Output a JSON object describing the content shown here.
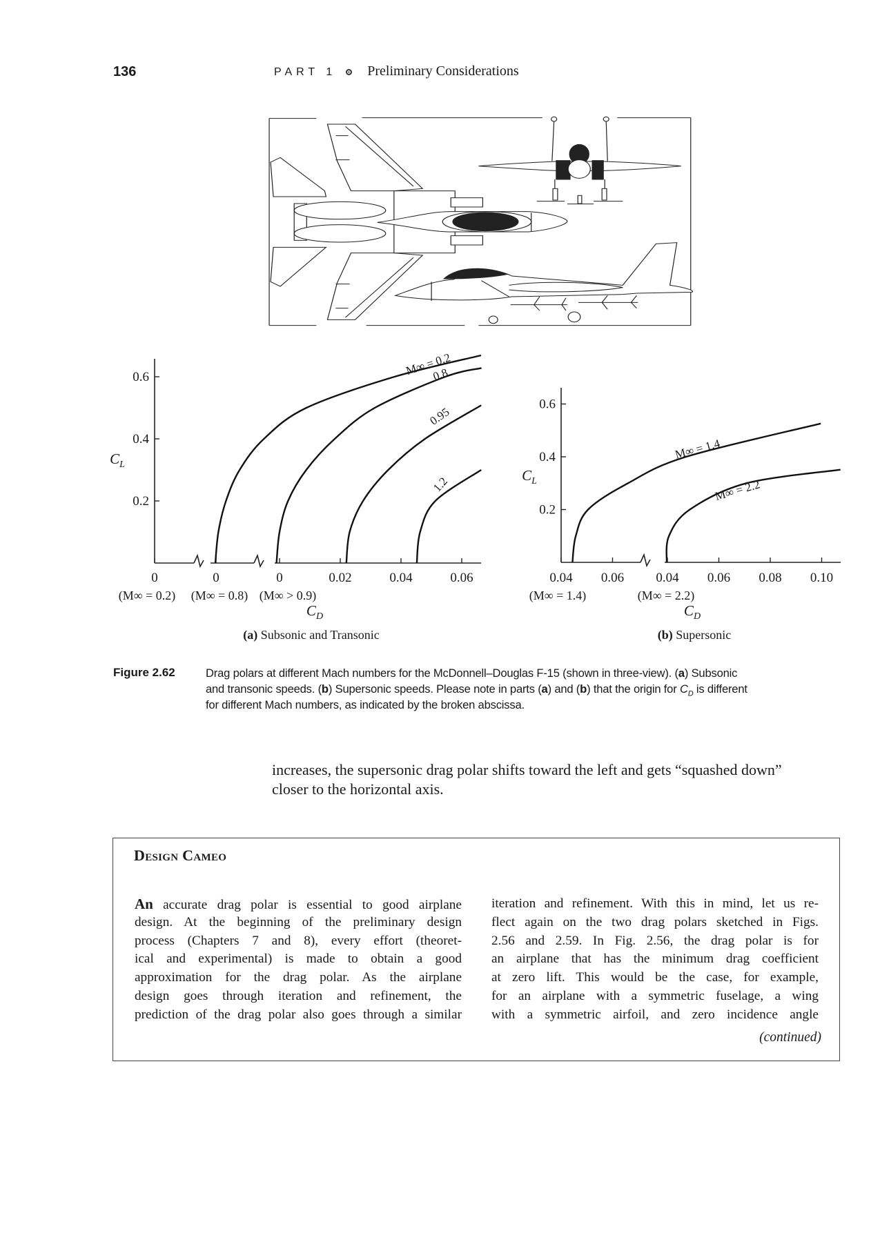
{
  "header": {
    "page_number": "136",
    "part": "PART 1",
    "section": "Preliminary Considerations"
  },
  "figure": {
    "label": "Figure 2.62",
    "caption": {
      "line1": [
        "Drag polars at different Mach numbers for the McDonnell–Douglas F-15 (shown in three-view). (",
        "a",
        ") Subsonic"
      ],
      "line2": [
        "and transonic speeds. (",
        "b",
        ") Supersonic speeds. Please note in parts (",
        "a",
        ") and (",
        "b",
        ") that the origin for ",
        "C",
        "D",
        " is different"
      ],
      "line3": "for different Mach numbers, as indicated by the broken abscissa."
    }
  },
  "body": {
    "lines": [
      "increases, the supersonic drag polar shifts toward the left and gets “squashed down”",
      "closer to the horizontal axis."
    ]
  },
  "cameo": {
    "title": "Design Cameo",
    "lead": "An",
    "left_lines": [
      " accurate drag polar is essential to good airplane",
      "design.  At the beginning of the preliminary design",
      "process (Chapters 7 and 8), every effort (theoret-",
      "ical and experimental) is made to obtain a good",
      "approximation for the drag polar.  As the airplane",
      "design goes through iteration and refinement, the",
      "prediction of the drag polar also goes through a similar"
    ],
    "right_lines": [
      "iteration and refinement.  With this in mind, let us re-",
      "flect again on the two drag polars sketched in Figs.",
      "2.56 and 2.59.   In Fig. 2.56, the drag polar is for",
      "an airplane that has the minimum drag coefficient",
      "at zero lift.  This would be the case, for example,",
      "for an airplane with a symmetric fuselage, a wing",
      "with a symmetric airfoil, and zero incidence angle"
    ],
    "continued": "(continued)"
  },
  "chart_data": [
    {
      "type": "line",
      "panel_letter": "(a)",
      "subtitle": "Subsonic and Transonic",
      "ylabel": {
        "main": "C",
        "sub": "L"
      },
      "xlabel": {
        "main": "C",
        "sub": "D"
      },
      "yticks": [
        0.2,
        0.4,
        0.6
      ],
      "ytick_labels": [
        "0.2",
        "0.4",
        "0.6"
      ],
      "ylim": [
        0,
        0.67
      ],
      "x_broken": true,
      "x_segments": [
        {
          "origin_label": "(M∞ = 0.2)",
          "ticks": [
            0
          ],
          "tick_labels": [
            "0"
          ]
        },
        {
          "origin_label": "(M∞ = 0.8)",
          "ticks": [
            0
          ],
          "tick_labels": [
            "0"
          ]
        },
        {
          "origin_label": "(M∞ > 0.9)",
          "ticks": [
            0,
            0.02,
            0.04,
            0.06
          ],
          "tick_labels": [
            "0",
            "0.02",
            "0.04",
            "0.06"
          ]
        }
      ],
      "series": [
        {
          "name": "M∞ = 0.2",
          "segment": 0,
          "cd": [
            0.02,
            0.021,
            0.0235,
            0.028,
            0.036,
            0.05,
            0.079,
            0.1075
          ],
          "cl": [
            0,
            0.1,
            0.2,
            0.3,
            0.4,
            0.5,
            0.6,
            0.669
          ]
        },
        {
          "name": "0.8",
          "segment": 1,
          "cd": [
            0.0199,
            0.0209,
            0.0237,
            0.0297,
            0.0391,
            0.0523,
            0.0755,
            0.0874
          ],
          "cl": [
            0,
            0.1,
            0.2,
            0.3,
            0.4,
            0.5,
            0.6,
            0.628
          ]
        },
        {
          "name": "0.95",
          "segment": 2,
          "cd": [
            0.022,
            0.0231,
            0.0275,
            0.0358,
            0.0479,
            0.0664
          ],
          "cl": [
            0,
            0.1,
            0.2,
            0.3,
            0.4,
            0.508
          ]
        },
        {
          "name": "1.2",
          "segment": 2,
          "cd": [
            0.0452,
            0.0463,
            0.0513,
            0.0664
          ],
          "cl": [
            0,
            0.1,
            0.2,
            0.3
          ]
        }
      ]
    },
    {
      "type": "line",
      "panel_letter": "(b)",
      "subtitle": "Supersonic",
      "ylabel": {
        "main": "C",
        "sub": "L"
      },
      "xlabel": {
        "main": "C",
        "sub": "D"
      },
      "yticks": [
        0.2,
        0.4,
        0.6
      ],
      "ytick_labels": [
        "0.2",
        "0.4",
        "0.6"
      ],
      "ylim": [
        0,
        0.67
      ],
      "x_broken": true,
      "x_segments": [
        {
          "origin_label": "(M∞ = 1.4)",
          "ticks": [
            0.04,
            0.06
          ],
          "tick_labels": [
            "0.04",
            "0.06"
          ]
        },
        {
          "origin_label": "(M∞ = 2.2)",
          "ticks": [
            0.04,
            0.06,
            0.08,
            0.1
          ],
          "tick_labels": [
            "0.04",
            "0.06",
            "0.08",
            "0.10"
          ]
        }
      ],
      "series": [
        {
          "name": "M∞ = 1.4",
          "segment": 0,
          "cd": [
            0.0444,
            0.0457,
            0.0505,
            0.066,
            0.0886,
            0.141
          ],
          "cl": [
            0,
            0.1,
            0.2,
            0.3,
            0.4,
            0.526
          ]
        },
        {
          "name": "M∞ = 2.2",
          "segment": 1,
          "cd": [
            0.0397,
            0.0406,
            0.0487,
            0.0707,
            0.1073
          ],
          "cl": [
            0,
            0.1,
            0.2,
            0.3,
            0.351
          ]
        }
      ]
    }
  ]
}
